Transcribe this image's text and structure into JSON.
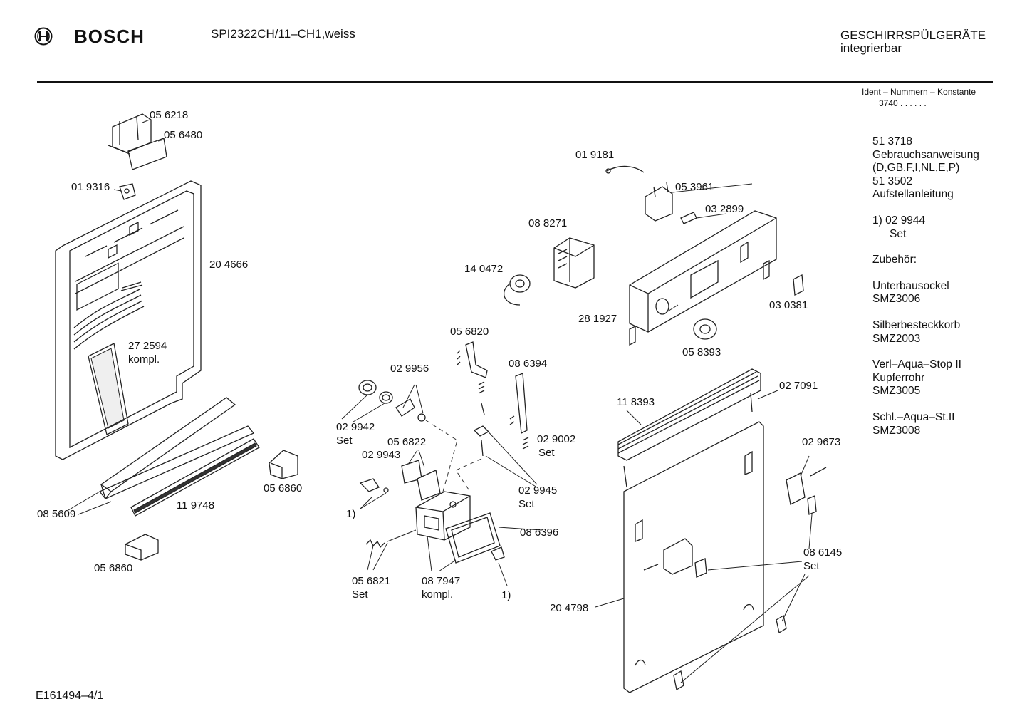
{
  "header": {
    "brand": "BOSCH",
    "model": "SPI2322CH/11–CH1,weiss",
    "category": "GESCHIRRSPÜLGERÄTE",
    "subcategory": "integrierbar",
    "ident_title": "Ident – Nummern – Konstante",
    "ident_value": "3740  .  .    .  .  .  ."
  },
  "side_notes": [
    "51 3718",
    "Gebrauchsanweisung",
    "(D,GB,F,I,NL,E,P)",
    "51 3502",
    "Aufstellanleitung",
    "",
    "1)  02 9944",
    "Set",
    "",
    "Zubehör:",
    "",
    "Unterbausockel",
    "SMZ3006",
    "",
    "Silberbesteckkorb",
    "SMZ2003",
    "",
    "Verl–Aqua–Stop II",
    "Kupferrohr",
    "SMZ3005",
    "",
    "Schl.–Aqua–St.II",
    "SMZ3008"
  ],
  "part_labels": [
    "05 6218",
    "05 6480",
    "01 9316",
    "20 4666",
    "27 2594",
    "kompl.",
    "08 5609",
    "11 9748",
    "05 6860",
    "05 6860",
    "02 9956",
    "02 9942",
    "Set",
    "05 6822",
    "02 9943",
    "1)",
    "05 6821",
    "Set",
    "08 7947",
    "kompl.",
    "1)",
    "05 6820",
    "08 6394",
    "02 9002",
    "Set",
    "02 9945",
    "Set",
    "08 6396",
    "01 9181",
    "05 3961",
    "03 2899",
    "08 8271",
    "14 0472",
    "28 1927",
    "05 8393",
    "03 0381",
    "11 8393",
    "02 7091",
    "02 9673",
    "08 6145",
    "Set",
    "20 4798"
  ],
  "footer": {
    "drawing_id": "E161494–4/1"
  },
  "icons": {
    "brand_logo": "bosch-armature-icon"
  }
}
